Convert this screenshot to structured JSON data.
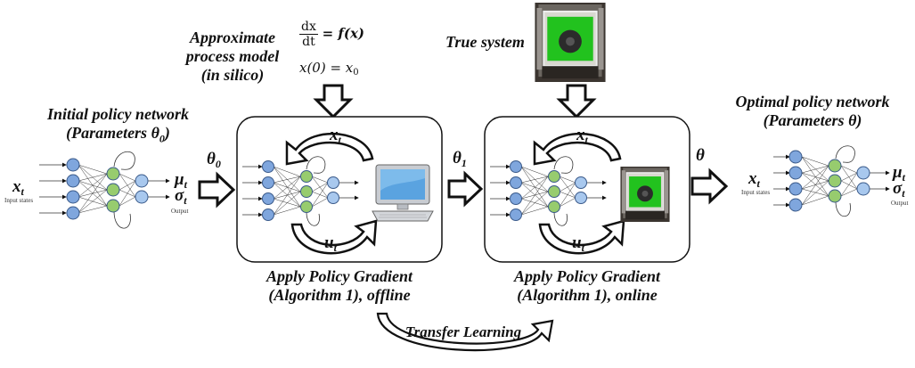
{
  "labels": {
    "initial_policy_line1": "Initial policy network",
    "initial_policy_line2": "(Parameters θ",
    "initial_policy_sub": "0",
    "initial_policy_close": ")",
    "approx_line1": "Approximate",
    "approx_line2": "process model",
    "approx_line3": "(in silico)",
    "true_system": "True system",
    "optimal_line1": "Optimal policy network",
    "optimal_line2": "(Parameters θ)",
    "offline_line1": "Apply Policy Gradient",
    "offline_line2": "(Algorithm 1), offline",
    "online_line1": "Apply Policy Gradient",
    "online_line2": "(Algorithm 1), online",
    "transfer": "Transfer Learning"
  },
  "symbols": {
    "x": "x",
    "t": "t",
    "u": "u",
    "mu": "μ",
    "sigma": "σ",
    "theta": "θ",
    "theta0_sub": "0",
    "theta1_sub": "1",
    "input_states": "Input states",
    "output": "Output"
  },
  "equation": {
    "num": "dx",
    "den": "dt",
    "rhs": "= f(x)",
    "init_lhs": "x(0) = x",
    "init_sub": "0"
  },
  "colors": {
    "input_node": "#7fa6dd",
    "hidden_node": "#97cc6e",
    "output_node": "#a8c8ee",
    "node_stroke": "#3a5a8a",
    "screen_blue": "#5aa3e0",
    "photo_green": "#22c21e"
  }
}
